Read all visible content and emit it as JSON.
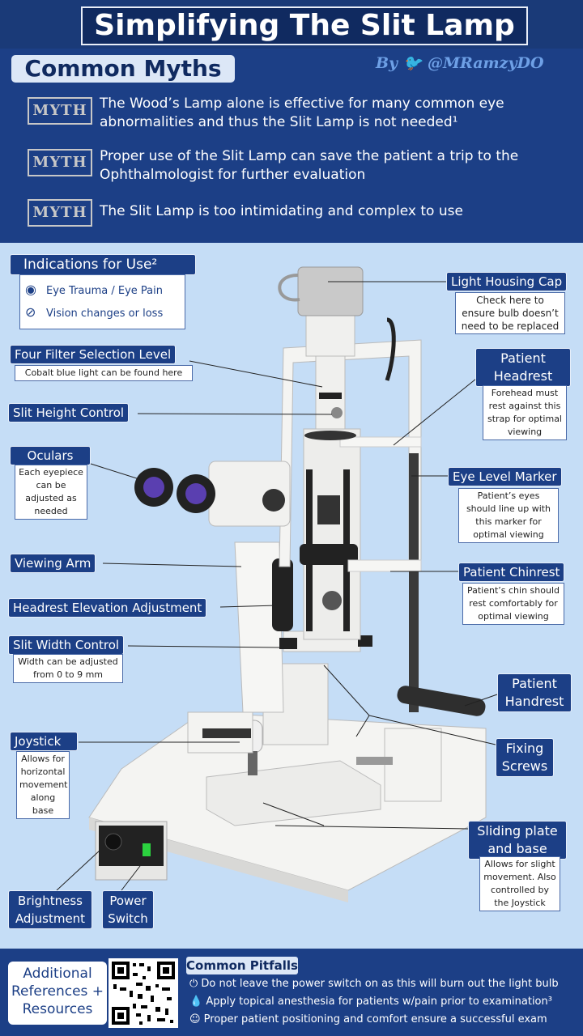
{
  "header": {
    "title": "Simplifying The Slit Lamp",
    "byline": "By 🐦 @MRamzyDO"
  },
  "myths": {
    "heading": "Common Myths",
    "badge": "MYTH",
    "items": [
      "The Wood’s Lamp alone is effective for many common eye abnormalities and thus the Slit Lamp is not needed¹",
      "Proper use of the Slit Lamp can save the patient a trip to the Ophthalmologist for further evaluation",
      "The Slit Lamp is too intimidating and complex to use"
    ]
  },
  "indications": {
    "heading": "Indications for Use²",
    "items": [
      {
        "icon": "eye-icon",
        "label": "Eye Trauma / Eye Pain"
      },
      {
        "icon": "eye-slash-icon",
        "label": "Vision changes or loss"
      }
    ]
  },
  "labels": {
    "four_filter": {
      "title": "Four Filter Selection Level",
      "note": "Cobalt blue light can be found here"
    },
    "slit_height": {
      "title": "Slit Height Control"
    },
    "oculars": {
      "title": "Oculars",
      "note": "Each eyepiece can be adjusted as needed"
    },
    "viewing_arm": {
      "title": "Viewing Arm"
    },
    "headrest_elev": {
      "title": "Headrest Elevation Adjustment"
    },
    "slit_width": {
      "title": "Slit Width Control",
      "note": "Width can be adjusted from 0 to 9 mm"
    },
    "joystick": {
      "title": "Joystick",
      "note": "Allows for horizontal movement along base"
    },
    "brightness": {
      "title": "Brightness Adjustment"
    },
    "power": {
      "title": "Power Switch"
    },
    "light_cap": {
      "title": "Light Housing Cap",
      "note": "Check here to ensure bulb doesn’t need to be replaced"
    },
    "headrest": {
      "title": "Patient Headrest",
      "note": "Forehead must rest against this strap for optimal viewing"
    },
    "eye_level": {
      "title": "Eye Level Marker",
      "note": "Patient’s eyes should line up with this marker for optimal viewing"
    },
    "chinrest": {
      "title": "Patient Chinrest",
      "note": "Patient’s chin should rest comfortably for optimal viewing"
    },
    "handrest": {
      "title": "Patient Handrest"
    },
    "fixing": {
      "title": "Fixing Screws"
    },
    "sliding": {
      "title": "Sliding plate and base",
      "note": "Allows for slight movement. Also controlled by the Joystick"
    }
  },
  "footer": {
    "additional": "Additional References + Resources",
    "pitfalls_heading": "Common Pitfalls",
    "pitfalls": [
      "⏻ Do not leave the power switch on as this will burn out the light bulb",
      "💧 Apply topical anesthesia for patients w/pain prior to examination³",
      "☺ Proper patient positioning and comfort ensure a successful exam"
    ]
  },
  "colors": {
    "navy": "#1c3f86",
    "dark_navy": "#102a60",
    "background": "#c5ddf6",
    "byline": "#6ea0e6"
  }
}
